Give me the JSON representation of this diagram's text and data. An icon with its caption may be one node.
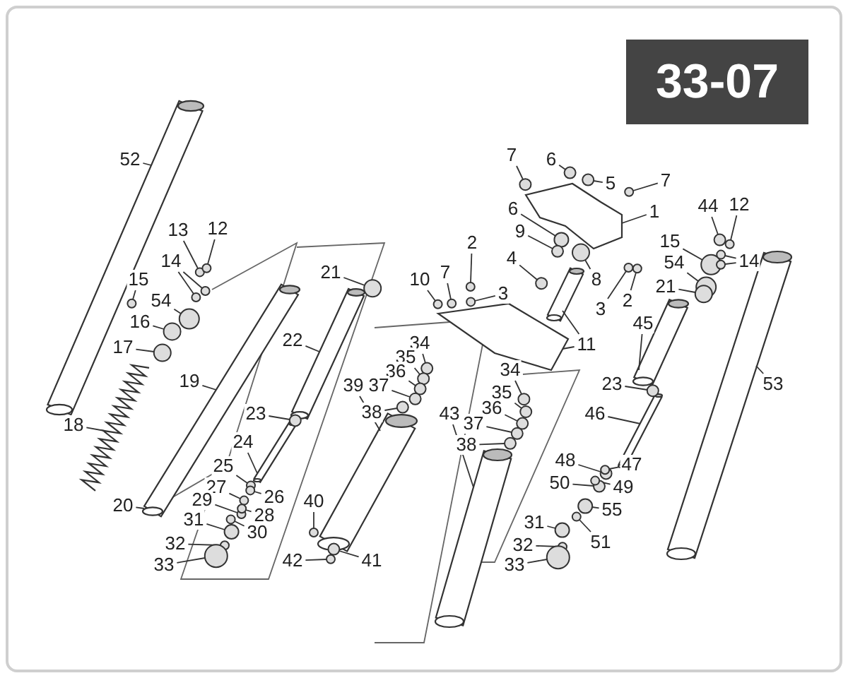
{
  "diagram": {
    "title": "33-07",
    "nodes": [
      {
        "text": [
          "52"
        ]
      },
      {
        "text": [
          "13"
        ]
      },
      {
        "text": [
          "12"
        ]
      },
      {
        "text": [
          "14"
        ]
      },
      {
        "text": [
          "15"
        ]
      },
      {
        "text": [
          "54"
        ]
      },
      {
        "text": [
          "16"
        ]
      },
      {
        "text": [
          "17"
        ]
      },
      {
        "text": [
          "19"
        ]
      },
      {
        "text": [
          "18"
        ]
      },
      {
        "text": [
          "20"
        ]
      },
      {
        "text": [
          "21"
        ]
      },
      {
        "text": [
          "22"
        ]
      },
      {
        "text": [
          "23"
        ]
      },
      {
        "text": [
          "24"
        ]
      },
      {
        "text": [
          "25"
        ]
      },
      {
        "text": [
          "27"
        ]
      },
      {
        "text": [
          "26"
        ]
      },
      {
        "text": [
          "29"
        ]
      },
      {
        "text": [
          "28"
        ]
      },
      {
        "text": [
          "31"
        ]
      },
      {
        "text": [
          "30"
        ]
      },
      {
        "text": [
          "32"
        ]
      },
      {
        "text": [
          "33"
        ]
      },
      {
        "text": [
          "40"
        ]
      },
      {
        "text": [
          "42"
        ]
      },
      {
        "text": [
          "41"
        ]
      },
      {
        "text": [
          "10"
        ]
      },
      {
        "text": [
          "7"
        ]
      },
      {
        "text": [
          "2"
        ]
      },
      {
        "text": [
          "3"
        ]
      },
      {
        "text": [
          "34"
        ]
      },
      {
        "text": [
          "35"
        ]
      },
      {
        "text": [
          "36"
        ]
      },
      {
        "text": [
          "37"
        ]
      },
      {
        "text": [
          "39"
        ]
      },
      {
        "text": [
          "38"
        ]
      },
      {
        "text": [
          "43"
        ]
      },
      {
        "text": [
          "34"
        ]
      },
      {
        "text": [
          "35"
        ]
      },
      {
        "text": [
          "36"
        ]
      },
      {
        "text": [
          "37"
        ]
      },
      {
        "text": [
          "38"
        ]
      },
      {
        "text": [
          "7"
        ]
      },
      {
        "text": [
          "6"
        ]
      },
      {
        "text": [
          "5"
        ]
      },
      {
        "text": [
          "7"
        ]
      },
      {
        "text": [
          "1"
        ]
      },
      {
        "text": [
          "6"
        ]
      },
      {
        "text": [
          "9"
        ]
      },
      {
        "text": [
          "4"
        ]
      },
      {
        "text": [
          "8"
        ]
      },
      {
        "text": [
          "3"
        ]
      },
      {
        "text": [
          "2"
        ]
      },
      {
        "text": [
          "11"
        ]
      },
      {
        "text": [
          "44"
        ]
      },
      {
        "text": [
          "12"
        ]
      },
      {
        "text": [
          "15"
        ]
      },
      {
        "text": [
          "14"
        ]
      },
      {
        "text": [
          "54"
        ]
      },
      {
        "text": [
          "21"
        ]
      },
      {
        "text": [
          "45"
        ]
      },
      {
        "text": [
          "23"
        ]
      },
      {
        "text": [
          "53"
        ]
      },
      {
        "text": [
          "46"
        ]
      },
      {
        "text": [
          "48"
        ]
      },
      {
        "text": [
          "47"
        ]
      },
      {
        "text": [
          "50"
        ]
      },
      {
        "text": [
          "49"
        ]
      },
      {
        "text": [
          "55"
        ]
      },
      {
        "text": [
          "31"
        ]
      },
      {
        "text": [
          "51"
        ]
      },
      {
        "text": [
          "32"
        ]
      },
      {
        "text": [
          "33"
        ]
      },
      {
        "text": [],
        "shape": "cylinder"
      },
      {
        "text": [],
        "shape": "circle"
      },
      {
        "text": [],
        "shape": "circle"
      },
      {
        "text": [],
        "shape": "circle"
      },
      {
        "text": [],
        "shape": "circle"
      },
      {
        "text": [],
        "shape": "circle"
      },
      {
        "text": [],
        "shape": "circle"
      },
      {
        "text": [],
        "shape": "circle"
      },
      {
        "text": [],
        "shape": "cylinder"
      },
      {
        "text": [],
        "shape": "picture"
      },
      {
        "text": [],
        "shape": "circle"
      },
      {
        "text": [],
        "shape": "cylinder"
      },
      {
        "text": [],
        "shape": "circle"
      },
      {
        "text": [],
        "shape": "cylinder"
      },
      {
        "text": [],
        "shape": "circle"
      },
      {
        "text": [],
        "shape": "circle"
      },
      {
        "text": [],
        "shape": "circle"
      },
      {
        "text": [],
        "shape": "circle"
      },
      {
        "text": [],
        "shape": "circle"
      },
      {
        "text": [],
        "shape": "circle"
      },
      {
        "text": [],
        "shape": "circle"
      },
      {
        "text": [],
        "shape": "circle"
      },
      {
        "text": [],
        "shape": "circle"
      },
      {
        "text": [],
        "shape": "circle"
      },
      {
        "text": [],
        "shape": "circle"
      },
      {
        "text": [],
        "shape": "circle"
      },
      {
        "text": [],
        "shape": "circle"
      },
      {
        "text": [],
        "shape": "circle"
      },
      {
        "text": [],
        "shape": "circle"
      },
      {
        "text": [],
        "shape": "circle"
      },
      {
        "text": [],
        "shape": "circle"
      },
      {
        "text": [],
        "shape": "circle"
      },
      {
        "text": [],
        "shape": "circle"
      },
      {
        "text": [],
        "shape": "circle"
      },
      {
        "text": [],
        "shape": "cylinder"
      },
      {
        "text": [],
        "shape": "circle"
      },
      {
        "text": [],
        "shape": "cylinder"
      },
      {
        "text": [],
        "shape": "circle"
      },
      {
        "text": [],
        "shape": "circle"
      },
      {
        "text": [],
        "shape": "circle"
      },
      {
        "text": [],
        "shape": "circle"
      },
      {
        "text": [],
        "shape": "circle"
      },
      {
        "text": [],
        "shape": "circle"
      },
      {
        "text": [],
        "shape": "circle"
      },
      {
        "text": [],
        "shape": "circle"
      },
      {
        "text": [],
        "shape": "circle"
      },
      {
        "text": [],
        "shape": "picture"
      },
      {
        "text": [],
        "shape": "circle"
      },
      {
        "text": [],
        "shape": "circle"
      },
      {
        "text": [],
        "shape": "circle"
      },
      {
        "text": [],
        "shape": "circle"
      },
      {
        "text": [],
        "shape": "circle"
      },
      {
        "text": [],
        "shape": "circle"
      },
      {
        "text": [],
        "shape": "cylinder"
      },
      {
        "text": [],
        "shape": "picture"
      },
      {
        "text": [],
        "shape": "circle"
      },
      {
        "text": [],
        "shape": "circle"
      },
      {
        "text": [],
        "shape": "circle"
      },
      {
        "text": [],
        "shape": "circle"
      },
      {
        "text": [],
        "shape": "circle"
      },
      {
        "text": [],
        "shape": "circle"
      },
      {
        "text": [],
        "shape": "circle"
      },
      {
        "text": [],
        "shape": "cylinder"
      },
      {
        "text": [],
        "shape": "circle"
      },
      {
        "text": [],
        "shape": "cylinder"
      },
      {
        "text": [],
        "shape": "cylinder"
      },
      {
        "text": [],
        "shape": "circle"
      },
      {
        "text": [],
        "shape": "circle"
      },
      {
        "text": [],
        "shape": "circle"
      },
      {
        "text": [],
        "shape": "circle"
      },
      {
        "text": [],
        "shape": "circle"
      },
      {
        "text": [],
        "shape": "circle"
      },
      {
        "text": [],
        "shape": "circle"
      },
      {
        "text": [],
        "shape": "circle"
      },
      {
        "text": [],
        "shape": "circle"
      },
      {
        "text": [],
        "shape": "circle"
      }
    ],
    "edges": [
      {
        "from": 0,
        "to": 74,
        "arrow": "none"
      },
      {
        "from": 1,
        "to": 75,
        "arrow": "none"
      },
      {
        "from": 2,
        "to": 76,
        "arrow": "none"
      },
      {
        "from": 3,
        "to": 77,
        "arrow": "none"
      },
      {
        "from": 3,
        "to": 78,
        "arrow": "none"
      },
      {
        "from": 4,
        "to": 149,
        "arrow": "none"
      },
      {
        "from": 5,
        "to": 79,
        "arrow": "none"
      },
      {
        "from": 6,
        "to": 80,
        "arrow": "none"
      },
      {
        "from": 7,
        "to": 81,
        "arrow": "none"
      },
      {
        "from": 8,
        "to": 82,
        "arrow": "none"
      },
      {
        "from": 9,
        "to": 83,
        "arrow": "none"
      },
      {
        "from": 10,
        "to": 82,
        "arrow": "none"
      },
      {
        "from": 11,
        "to": 84,
        "arrow": "none"
      },
      {
        "from": 12,
        "to": 85,
        "arrow": "none"
      },
      {
        "from": 13,
        "to": 86,
        "arrow": "none"
      },
      {
        "from": 14,
        "to": 87,
        "arrow": "none"
      },
      {
        "from": 15,
        "to": 88,
        "arrow": "none"
      },
      {
        "from": 16,
        "to": 89,
        "arrow": "none"
      },
      {
        "from": 17,
        "to": 90,
        "arrow": "none"
      },
      {
        "from": 18,
        "to": 91,
        "arrow": "none"
      },
      {
        "from": 19,
        "to": 92,
        "arrow": "none"
      },
      {
        "from": 20,
        "to": 93,
        "arrow": "none"
      },
      {
        "from": 21,
        "to": 94,
        "arrow": "none"
      },
      {
        "from": 22,
        "to": 95,
        "arrow": "none"
      },
      {
        "from": 23,
        "to": 96,
        "arrow": "none"
      },
      {
        "from": 24,
        "to": 97,
        "arrow": "none"
      },
      {
        "from": 25,
        "to": 98,
        "arrow": "none"
      },
      {
        "from": 26,
        "to": 99,
        "arrow": "none"
      },
      {
        "from": 27,
        "to": 100,
        "arrow": "none"
      },
      {
        "from": 28,
        "to": 101,
        "arrow": "none"
      },
      {
        "from": 29,
        "to": 102,
        "arrow": "none"
      },
      {
        "from": 30,
        "to": 103,
        "arrow": "none"
      },
      {
        "from": 31,
        "to": 104,
        "arrow": "none"
      },
      {
        "from": 32,
        "to": 105,
        "arrow": "none"
      },
      {
        "from": 33,
        "to": 106,
        "arrow": "none"
      },
      {
        "from": 34,
        "to": 107,
        "arrow": "none"
      },
      {
        "from": 35,
        "to": 108,
        "arrow": "none"
      },
      {
        "from": 36,
        "to": 109,
        "arrow": "none"
      },
      {
        "from": 37,
        "to": 110,
        "arrow": "none"
      },
      {
        "from": 38,
        "to": 111,
        "arrow": "none"
      },
      {
        "from": 39,
        "to": 112,
        "arrow": "none"
      },
      {
        "from": 40,
        "to": 113,
        "arrow": "none"
      },
      {
        "from": 41,
        "to": 114,
        "arrow": "none"
      },
      {
        "from": 42,
        "to": 115,
        "arrow": "none"
      },
      {
        "from": 43,
        "to": 116,
        "arrow": "none"
      },
      {
        "from": 44,
        "to": 117,
        "arrow": "none"
      },
      {
        "from": 45,
        "to": 118,
        "arrow": "none"
      },
      {
        "from": 46,
        "to": 119,
        "arrow": "none"
      },
      {
        "from": 47,
        "to": 120,
        "arrow": "none"
      },
      {
        "from": 48,
        "to": 121,
        "arrow": "none"
      },
      {
        "from": 49,
        "to": 122,
        "arrow": "none"
      },
      {
        "from": 50,
        "to": 123,
        "arrow": "none"
      },
      {
        "from": 51,
        "to": 124,
        "arrow": "none"
      },
      {
        "from": 52,
        "to": 125,
        "arrow": "none"
      },
      {
        "from": 53,
        "to": 126,
        "arrow": "none"
      },
      {
        "from": 54,
        "to": 127,
        "arrow": "none"
      },
      {
        "from": 54,
        "to": 128,
        "arrow": "none"
      },
      {
        "from": 55,
        "to": 129,
        "arrow": "none"
      },
      {
        "from": 56,
        "to": 130,
        "arrow": "none"
      },
      {
        "from": 57,
        "to": 131,
        "arrow": "none"
      },
      {
        "from": 58,
        "to": 132,
        "arrow": "none"
      },
      {
        "from": 58,
        "to": 133,
        "arrow": "none"
      },
      {
        "from": 59,
        "to": 134,
        "arrow": "none"
      },
      {
        "from": 60,
        "to": 135,
        "arrow": "none"
      },
      {
        "from": 61,
        "to": 136,
        "arrow": "none"
      },
      {
        "from": 62,
        "to": 137,
        "arrow": "none"
      },
      {
        "from": 63,
        "to": 138,
        "arrow": "none"
      },
      {
        "from": 64,
        "to": 139,
        "arrow": "none"
      },
      {
        "from": 65,
        "to": 140,
        "arrow": "none"
      },
      {
        "from": 66,
        "to": 141,
        "arrow": "none"
      },
      {
        "from": 67,
        "to": 142,
        "arrow": "none"
      },
      {
        "from": 68,
        "to": 143,
        "arrow": "none"
      },
      {
        "from": 69,
        "to": 144,
        "arrow": "none"
      },
      {
        "from": 70,
        "to": 145,
        "arrow": "none"
      },
      {
        "from": 71,
        "to": 146,
        "arrow": "none"
      },
      {
        "from": 72,
        "to": 147,
        "arrow": "none"
      },
      {
        "from": 73,
        "to": 148,
        "arrow": "none"
      }
    ]
  }
}
